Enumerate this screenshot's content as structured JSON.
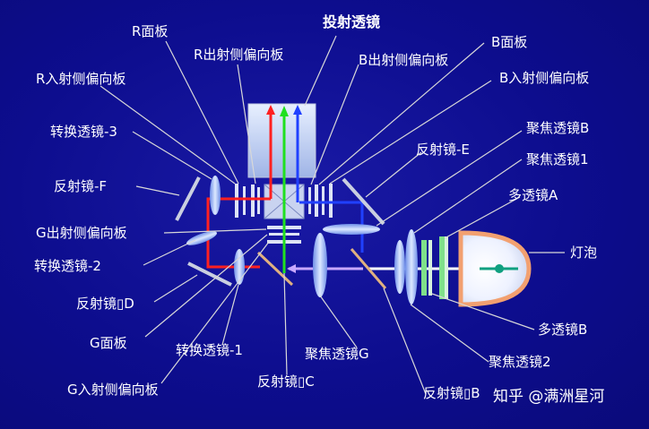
{
  "title": "投射透镜",
  "labels": {
    "r_panel": "R面板",
    "r_out_polarizer": "R出射侧偏向板",
    "r_in_polarizer": "R入射侧偏向板",
    "relay_lens_3": "转换透镜-3",
    "mirror_f": "反射镜-F",
    "g_out_polarizer": "G出射侧偏向板",
    "relay_lens_2": "转换透镜-2",
    "mirror_d": "反射镜▯D",
    "g_panel": "G面板",
    "g_in_polarizer": "G入射侧偏向板",
    "relay_lens_1": "转换透镜-1",
    "mirror_c": "反射镜▯C",
    "condenser_g": "聚焦透镜G",
    "b_panel": "B面板",
    "b_out_polarizer": "B出射侧偏向板",
    "b_in_polarizer": "B入射侧偏向板",
    "mirror_e": "反射镜-E",
    "condenser_b": "聚焦透镜B",
    "condenser_1": "聚焦透镜1",
    "fly_eye_a": "多透镜A",
    "lamp": "灯泡",
    "fly_eye_b": "多透镜B",
    "condenser_2": "聚焦透镜2",
    "mirror_b": "反射镜▯B"
  },
  "watermark": "知乎 @满洲星河",
  "colors": {
    "background": "#0d0d8e",
    "red_beam": "#ff2020",
    "green_beam": "#20e020",
    "blue_beam": "#2040ff",
    "white_beam": "#ffffff",
    "lamp_reflector": "#f2a070",
    "lens": "#a8c8ff"
  }
}
